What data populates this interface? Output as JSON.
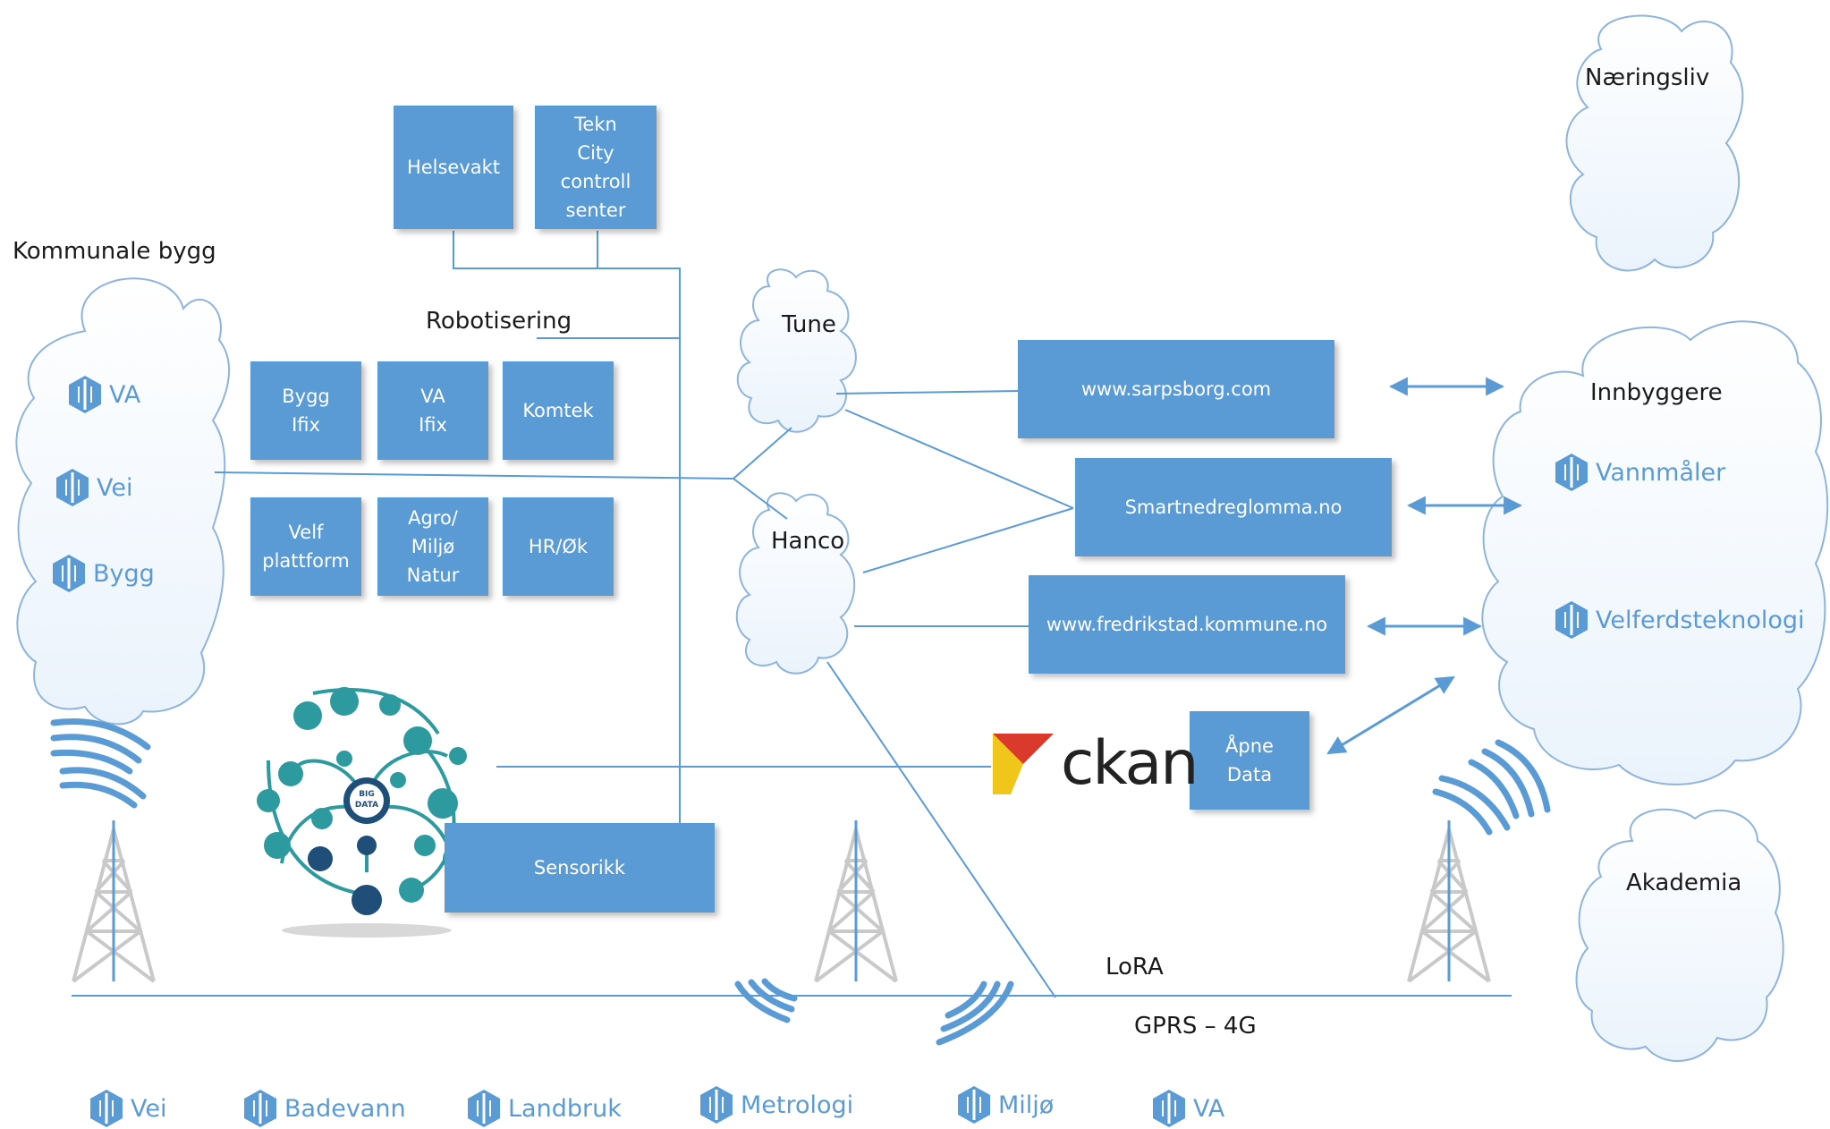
{
  "boxes": {
    "helsevakt": "Helsevakt",
    "tekn": "Tekn\nCity\ncontroll\nsenter",
    "bygg_ifix": "Bygg\nIfix",
    "va_ifix": "VA\nIfix",
    "komtek": "Komtek",
    "velf": "Velf\nplattform",
    "agro": "Agro/\nMiljø\nNatur",
    "hr": "HR/Øk",
    "sensorikk": "Sensorikk",
    "sarpsborg": "www.sarpsborg.com",
    "smartnedreglomma": "Smartnedreglomma.no",
    "fredrikstad": "www.fredrikstad.kommune.no",
    "apne_data": "Åpne\nData"
  },
  "labels": {
    "kommunale_bygg": "Kommunale bygg",
    "robotisering": "Robotisering",
    "tune": "Tune",
    "hanco": "Hanco",
    "naeringsliv": "Næringsliv",
    "innbyggere": "Innbyggere",
    "akademia": "Akademia",
    "lora": "LoRA",
    "gprs": "GPRS – 4G",
    "ckan": "ckan",
    "big_data": "BIG\nDATA"
  },
  "left_cloud_sensors": [
    "VA",
    "Vei",
    "Bygg"
  ],
  "right_cloud_sensors": [
    "Vannmåler",
    "Velferdsteknologi"
  ],
  "bottom_sensors": [
    "Vei",
    "Badevann",
    "Landbruk",
    "Metrologi",
    "Miljø",
    "VA"
  ],
  "colors": {
    "box": "#5b9bd5",
    "line": "#5b9bd5",
    "cloud_stroke": "#8eb4dd",
    "cloud_fill": "#f4f9fe",
    "sensor_text": "#5b9bd5",
    "big_data": "#1f4e79"
  }
}
